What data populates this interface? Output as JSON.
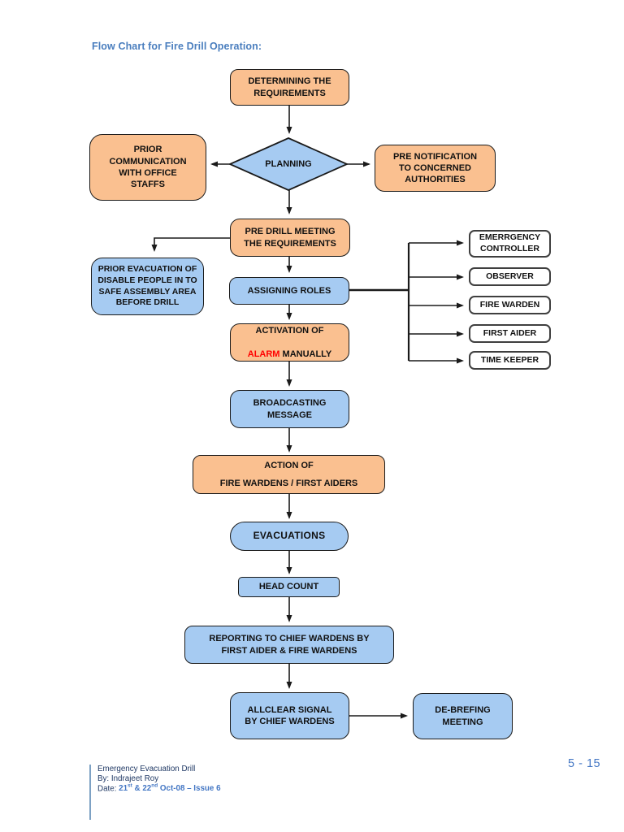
{
  "page": {
    "title": "Flow Chart for Fire Drill Operation:",
    "page_number": "5 - 15"
  },
  "nodes": {
    "determining": {
      "label": "DETERMINING THE\nREQUIREMENTS"
    },
    "planning": {
      "label": "PLANNING"
    },
    "prior_communication": {
      "label": "PRIOR\nCOMMUNICATION\nWITH OFFICE\nSTAFFS"
    },
    "pre_notification": {
      "label": "PRE NOTIFICATION\nTO CONCERNED\nAUTHORITIES"
    },
    "pre_drill": {
      "label": "PRE DRILL MEETING\nTHE REQUIREMENTS"
    },
    "prior_evacuation": {
      "label": "PRIOR EVACUATION OF\nDISABLE PEOPLE IN TO\nSAFE ASSEMBLY AREA\nBEFORE DRILL"
    },
    "assigning_roles": {
      "label": "ASSIGNING ROLES"
    },
    "activation": {
      "line1": "ACTIVATION OF",
      "alarm_word": "ALARM",
      "rest": " MANUALLY"
    },
    "broadcasting": {
      "label": "BROADCASTING\nMESSAGE"
    },
    "action_of": {
      "line1": "ACTION OF",
      "line2": "FIRE WARDENS / FIRST AIDERS"
    },
    "evacuations": {
      "label": "EVACUATIONS"
    },
    "head_count": {
      "label": "HEAD COUNT"
    },
    "reporting": {
      "label": "REPORTING TO CHIEF WARDENS BY\nFIRST AIDER & FIRE WARDENS"
    },
    "allclear": {
      "label": "ALLCLEAR SIGNAL\nBY CHIEF WARDENS"
    },
    "debriefing": {
      "label": "DE-BREFING\nMEETING"
    }
  },
  "roles": [
    {
      "label": "EMERRGENCY\nCONTROLLER"
    },
    {
      "label": "OBSERVER"
    },
    {
      "label": "FIRE WARDEN"
    },
    {
      "label": "FIRST AIDER"
    },
    {
      "label": "TIME KEEPER"
    }
  ],
  "footer": {
    "line1": "Emergency Evacuation Drill",
    "line2": "By: Indrajeet Roy",
    "date_label": "Date: ",
    "date_d1": "21",
    "date_s1": "st",
    "date_mid": " & 22",
    "date_s2": "nd",
    "date_rest": " Oct-08 – Issue 6"
  },
  "colors": {
    "orange_fill": "#FAC090",
    "blue_fill": "#A6CBF2",
    "white_fill": "#FFFFFF",
    "border_dark": "#1a1a1a",
    "alarm_red": "#FF0000",
    "title_blue": "#4A7EBE",
    "footer_navy": "#1F3864",
    "footer_blue": "#4477C4",
    "accent_line": "#7DA1C4"
  }
}
